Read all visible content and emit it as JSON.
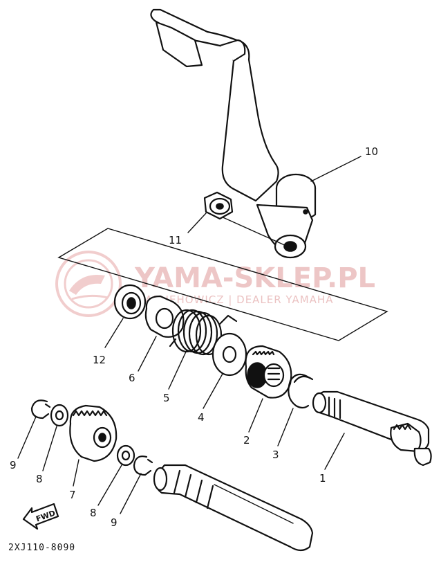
{
  "watermark": {
    "title": "YAMA-SKLEP.PL",
    "subtitle": "MALIEHOWICZ | DEALER YAMAHA"
  },
  "diagram_code": "2XJ110-8090",
  "direction_label": "FWD",
  "callouts": [
    {
      "id": "10",
      "label": "10",
      "part": "kick-crank"
    },
    {
      "id": "11",
      "label": "11",
      "part": "nut"
    },
    {
      "id": "12",
      "label": "12",
      "part": "oil-seal"
    },
    {
      "id": "6",
      "label": "6",
      "part": "collar"
    },
    {
      "id": "5",
      "label": "5",
      "part": "torsion-spring"
    },
    {
      "id": "4",
      "label": "4",
      "part": "washer"
    },
    {
      "id": "2",
      "label": "2",
      "part": "ratchet-wheel"
    },
    {
      "id": "3",
      "label": "3",
      "part": "circlip"
    },
    {
      "id": "1",
      "label": "1",
      "part": "kick-axle"
    },
    {
      "id": "9a",
      "label": "9",
      "part": "circlip"
    },
    {
      "id": "8a",
      "label": "8",
      "part": "washer"
    },
    {
      "id": "7",
      "label": "7",
      "part": "idler-gear"
    },
    {
      "id": "8b",
      "label": "8",
      "part": "washer"
    },
    {
      "id": "9b",
      "label": "9",
      "part": "circlip"
    }
  ]
}
